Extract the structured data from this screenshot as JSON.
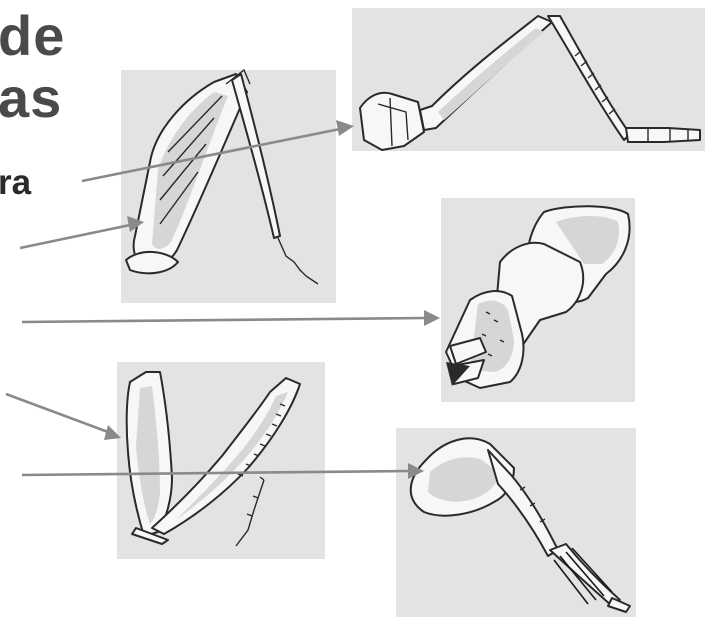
{
  "title": {
    "line1": "de",
    "line2": "as"
  },
  "labels": {
    "fragment": "ra"
  },
  "colors": {
    "title": "#4a4a4a",
    "panel_background": "#e3e3e3",
    "arrow": "#8a8a8a",
    "outline": "#2a2a2a"
  }
}
